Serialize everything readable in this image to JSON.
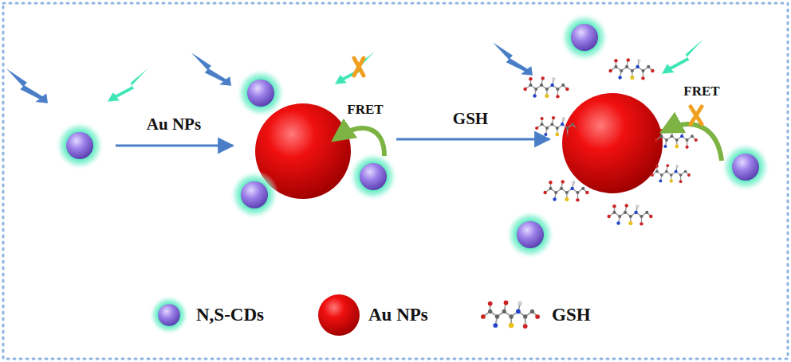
{
  "diagram": {
    "labels": [
      "Au NPs",
      "GSH",
      "FRET",
      "FRET"
    ],
    "legend": [
      {
        "text": "N,S-CDs"
      },
      {
        "text": "Au NPs"
      },
      {
        "text": "GSH"
      }
    ]
  }
}
